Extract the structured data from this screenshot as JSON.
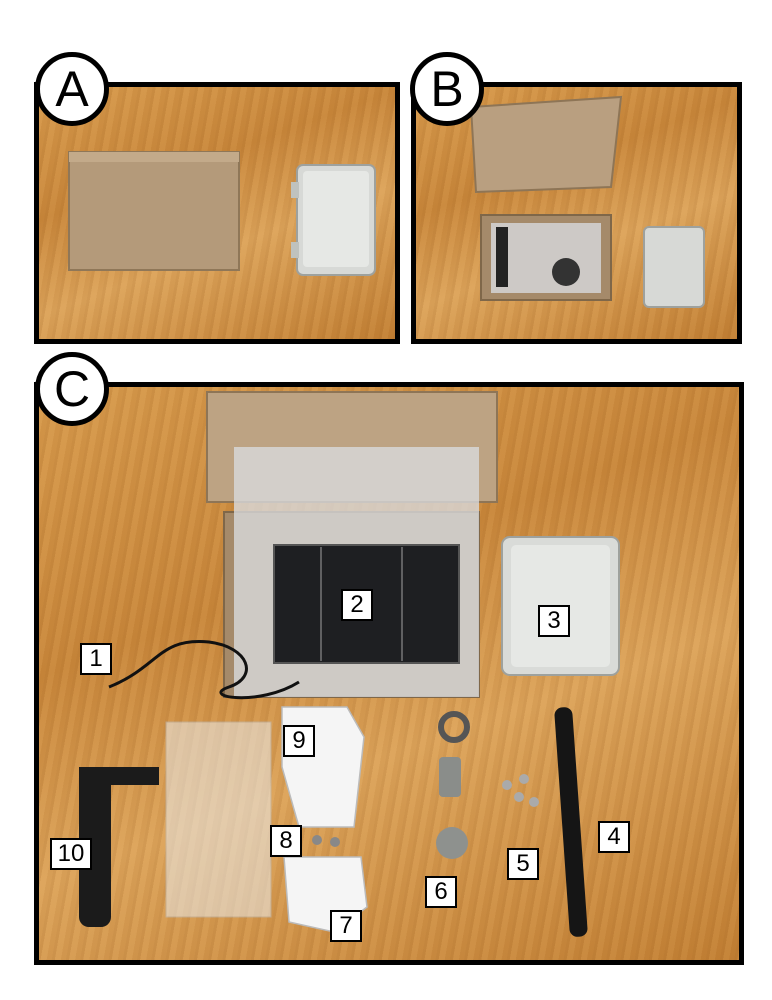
{
  "panels": [
    {
      "label": "A"
    },
    {
      "label": "B"
    },
    {
      "label": "C"
    }
  ],
  "parts": [
    "1",
    "2",
    "3",
    "4",
    "5",
    "6",
    "7",
    "8",
    "9",
    "10"
  ]
}
